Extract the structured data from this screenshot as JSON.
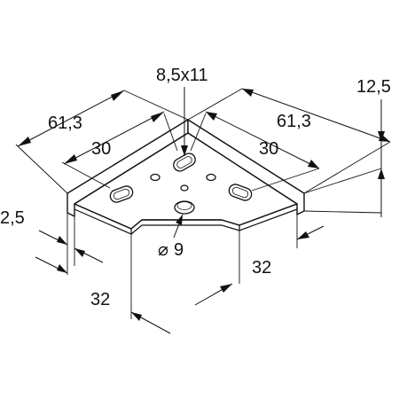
{
  "dimensions": {
    "slot_size": "8,5x11",
    "left_width": "61,3",
    "left_slot_offset": "30",
    "right_width": "61,3",
    "right_slot_offset": "30",
    "flange_height": "12,5",
    "thickness": "2,5",
    "hole_diameter_symbol": "⌀",
    "hole_diameter": "9",
    "left_tab": "32",
    "right_tab": "32"
  }
}
